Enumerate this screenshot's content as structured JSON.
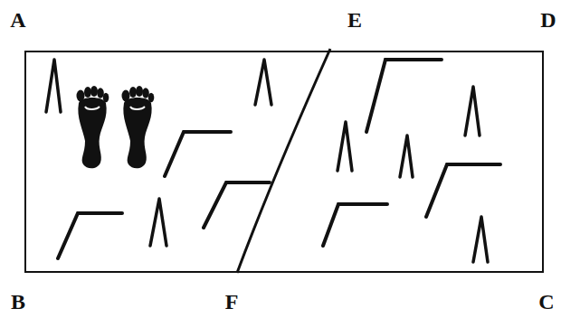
{
  "diagram": {
    "labels": [
      "A",
      "E",
      "D",
      "B",
      "F",
      "C"
    ]
  }
}
